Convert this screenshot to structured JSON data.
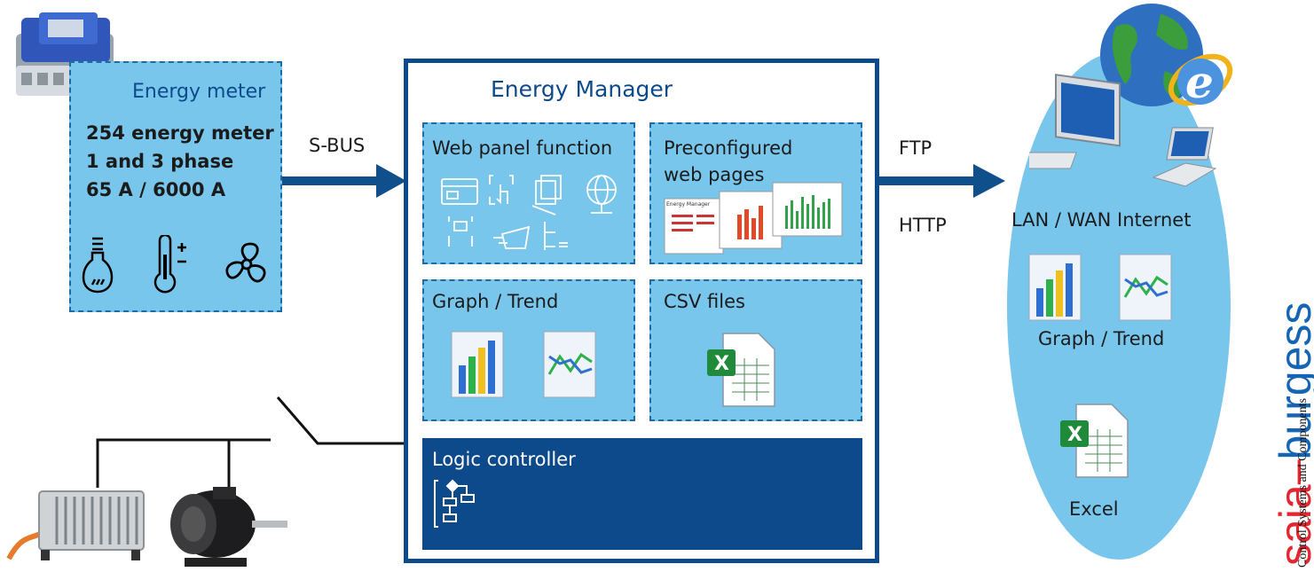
{
  "energy_meter": {
    "title": "Energy meter",
    "lines": [
      "254 energy meter",
      "1 and 3 phase",
      "65 A / 6000 A"
    ]
  },
  "links": {
    "sbus": "S-BUS",
    "ftp": "FTP",
    "http": "HTTP"
  },
  "manager": {
    "title": "Energy Manager",
    "web_panel": "Web panel function",
    "preconfigured_line1": "Preconfigured",
    "preconfigured_line2": "web pages",
    "graph_trend": "Graph / Trend",
    "csv_files": "CSV files",
    "logic_controller": "Logic controller",
    "mini_page_label": "Energy Manager"
  },
  "network": {
    "lan_wan": "LAN / WAN Internet",
    "graph_trend": "Graph / Trend",
    "excel": "Excel"
  },
  "brand": {
    "word_part1": "saia",
    "word_part2": "burgess",
    "tagline": "Control Systems and Components",
    "color_red": "#e3262f",
    "color_blue": "#1565b4"
  },
  "colors": {
    "light_blue": "#79c6ec",
    "dark_blue": "#0d4a8b",
    "arrow": "#0f4f8c"
  }
}
